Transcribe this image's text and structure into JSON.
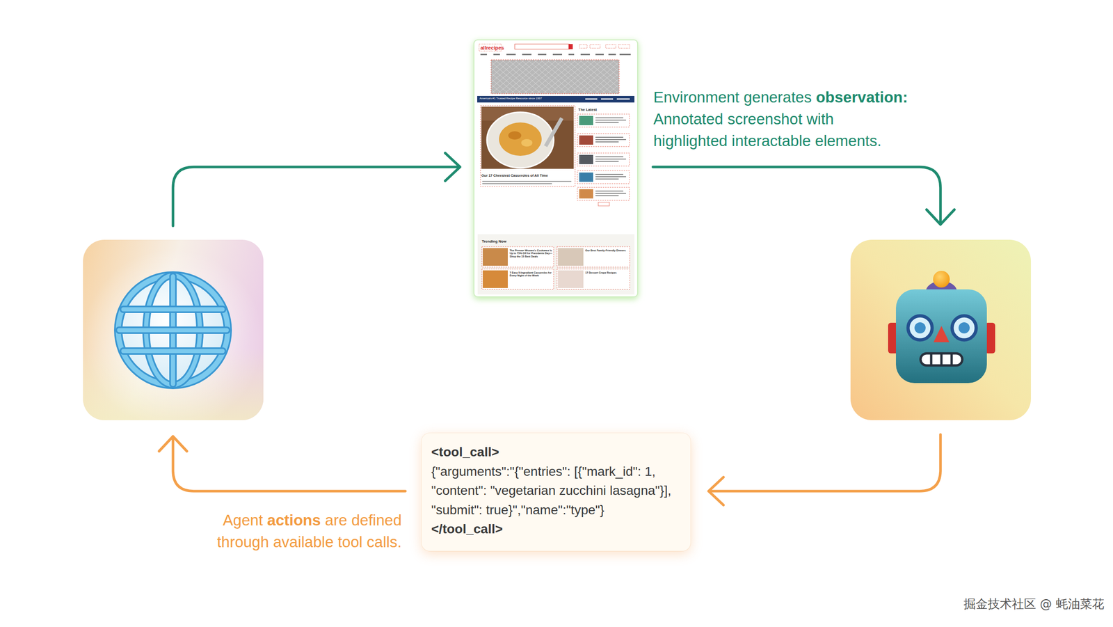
{
  "diagram": {
    "nodes": [
      {
        "text": [
          "<tool_call>",
          "{\"arguments\":\"{\"entries\": [{\"mark_id\": 1, \"content\": \"vegetarian zucchini lasagna\"}], \"submit\": true}\",\"name\":\"type\"}",
          "</tool_call>"
        ]
      }
    ],
    "labels": [
      "Environment generates",
      "observation:",
      "Annotated screenshot with highlighted interactable elements.",
      "Agent",
      "actions",
      "are defined through available tool calls.",
      "allrecipes",
      "America's #1 Trusted Recipe Resource since 1997",
      "Our 17 Cheesiest Casseroles of All Time",
      "The Latest",
      "Trending Now",
      "The Pioneer Woman's Cookware Is Up to 75% Off for Presidents Day—Shop the 15 Best Deals",
      "Our Best Family-Friendly Dinners",
      "7 Easy 5-Ingredient Casseroles for Every Night of the Week",
      "17 Dessert Crepe Recipes",
      "掘金技术社区 @ 蚝油菜花"
    ]
  }
}
